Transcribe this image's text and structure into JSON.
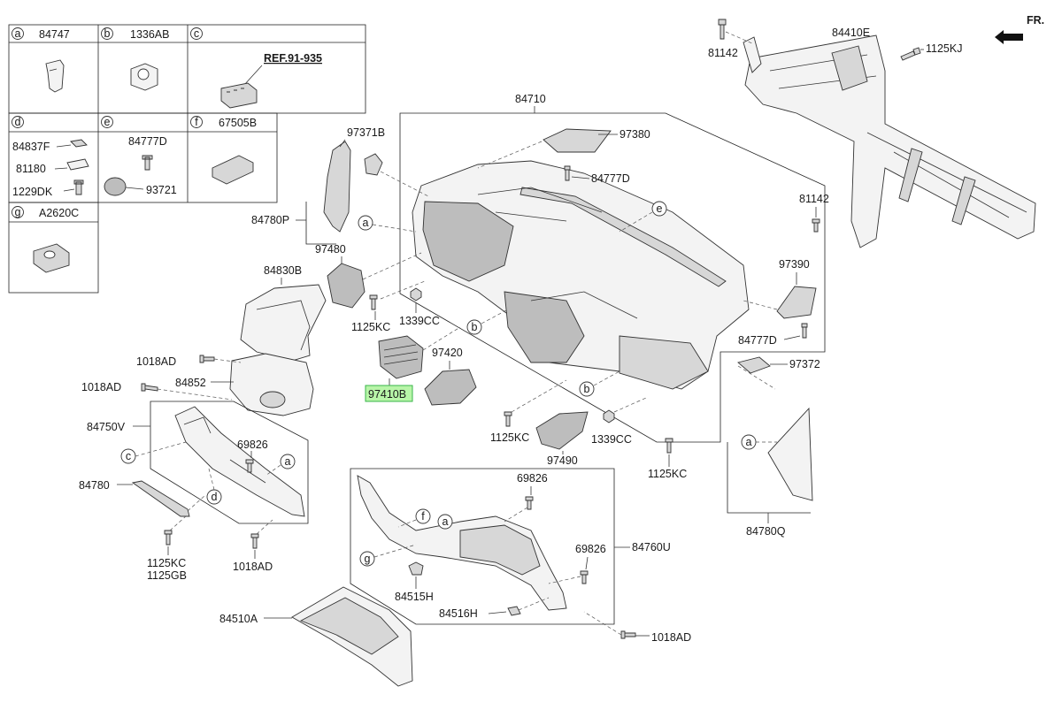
{
  "header": {
    "direction_label": "FR."
  },
  "legend": {
    "cells": [
      {
        "letter": "a",
        "part": "84747"
      },
      {
        "letter": "b",
        "part": "1336AB"
      },
      {
        "letter": "c",
        "part": "",
        "ref": "REF.91-935"
      },
      {
        "letter": "d",
        "sub": [
          "84837F",
          "81180",
          "1229DK"
        ]
      },
      {
        "letter": "e",
        "sub": [
          "84777D",
          "93721"
        ]
      },
      {
        "letter": "f",
        "part": "67505B"
      },
      {
        "letter": "g",
        "part": "A2620C"
      }
    ]
  },
  "callouts": {
    "p84410E": "84410E",
    "p81142_top": "81142",
    "p1125KJ": "1125KJ",
    "p81142_mid": "81142",
    "p84710": "84710",
    "p97380": "97380",
    "p84777D_top": "84777D",
    "p97371B": "97371B",
    "p84780P": "84780P",
    "p97480": "97480",
    "p84830B": "84830B",
    "p1125KC_a": "1125KC",
    "p1339CC_a": "1339CC",
    "p97390": "97390",
    "p84777D_bot": "84777D",
    "p97372": "97372",
    "p1018AD_a": "1018AD",
    "p84852": "84852",
    "p1018AD_b": "1018AD",
    "p97420": "97420",
    "p97410B": "97410B",
    "p84750V": "84750V",
    "p69826_a": "69826",
    "p1125KC_b": "1125KC",
    "p1339CC_b": "1339CC",
    "p97490": "97490",
    "p1125KC_c": "1125KC",
    "p84780": "84780",
    "p1125KC_d": "1125KC",
    "p1125GB": "1125GB",
    "p1018AD_c": "1018AD",
    "p69826_b": "69826",
    "p84760U": "84760U",
    "p69826_c": "69826",
    "p84780Q": "84780Q",
    "p84515H": "84515H",
    "p84516H": "84516H",
    "p84510A": "84510A",
    "p1018AD_d": "1018AD"
  },
  "markers": {
    "a1": "a",
    "e1": "e",
    "b1": "b",
    "b2": "b",
    "a2": "a",
    "c1": "c",
    "a3": "a",
    "d1": "d",
    "f1": "f",
    "a4": "a",
    "g1": "g"
  },
  "highlight": {
    "part": "97410B",
    "color": "#b8f5a8"
  }
}
